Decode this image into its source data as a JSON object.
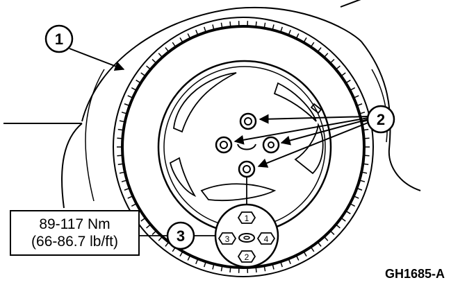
{
  "callouts": [
    {
      "number": "1"
    },
    {
      "number": "2"
    },
    {
      "number": "3"
    }
  ],
  "torque": {
    "metric": "89-117 Nm",
    "imperial": "(66-86.7 lb/ft)"
  },
  "tightening_sequence": [
    "1",
    "2",
    "3",
    "4"
  ],
  "figure_id": "GH1685-A"
}
